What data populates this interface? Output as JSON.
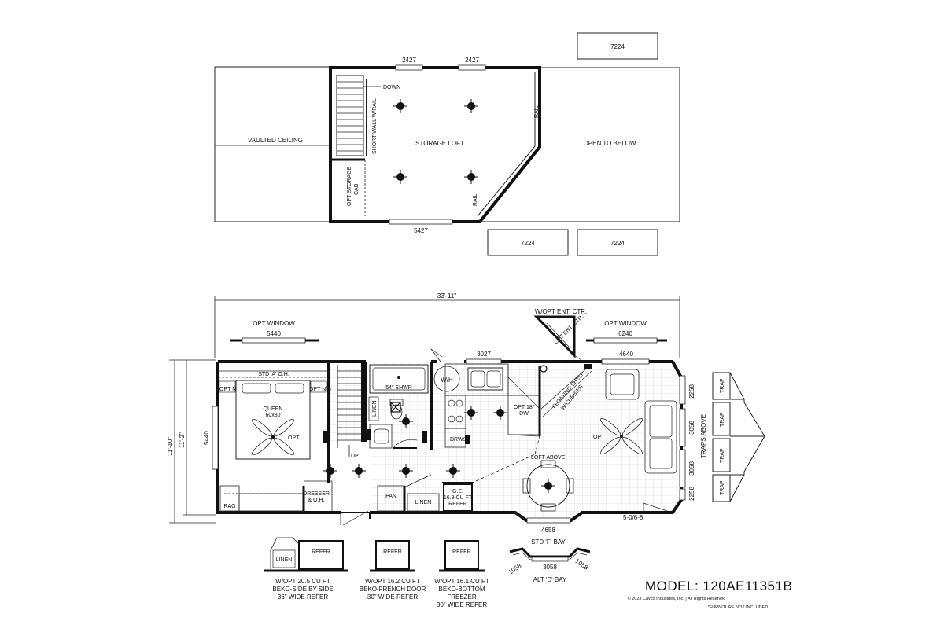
{
  "loft": {
    "labels": {
      "vaulted_ceiling": "VAULTED CEILING",
      "storage_loft": "STORAGE LOFT",
      "open_to_below": "OPEN TO BELOW",
      "down": "DOWN",
      "short_wall": "SHORT WALL W/RAIL",
      "opt_storage_line1": "OPT STORAGE",
      "opt_storage_line2": "CAB",
      "rail": "RAIL"
    },
    "windows": {
      "top_left": "2427",
      "top_right": "2427",
      "bottom": "5427",
      "box_top": "7224",
      "box_bottom_left": "7224",
      "box_bottom_right": "7224"
    }
  },
  "floor": {
    "dims": {
      "overall_length": "33'-11\"",
      "overall_width": "11'-10\"",
      "inner_width": "11'-2\""
    },
    "windows": {
      "opt_window_left_label": "OPT WINDOW",
      "opt_window_left": "5440",
      "opt_window_right_label": "OPT WINDOW",
      "opt_window_right": "6240",
      "left_wall": "5440",
      "kitchen": "3027",
      "living_top": "4640",
      "end_top": "2258",
      "end_mid_top": "3058",
      "end_mid_bottom": "3058",
      "end_bottom": "2258",
      "bay": "4658"
    },
    "labels": {
      "ent_ctr": "W/OPT ENT. CTR.",
      "ent_ctr_inner": "OPT ENT. CTR.",
      "std_oh": "STD 'A' O.H.",
      "opt_ns_left": "OPT N/S",
      "opt_ns_right": "OPT N/S",
      "queen_line1": "QUEEN",
      "queen_line2": "60x80",
      "opt_fan_bed": "OPT",
      "rag": "RAG",
      "dresser_line1": "DRESSER",
      "dresser_line2": "& O.H.",
      "shower": "54\" SHWR",
      "linen_bath": "LINEN",
      "wh": "W/H",
      "up": "UP",
      "drws": "DRWS",
      "pan": "PAN",
      "linen_hall": "LINEN",
      "refer_line1": "G.E.",
      "refer_line2": "16.9 CU FT",
      "refer_line3": "REFER",
      "dw_line1": "OPT 18\"",
      "dw_line2": "DW",
      "shelf_line1": "FLOATING SHELF",
      "shelf_line2": "W/CUBBIES",
      "loft_above": "LOFT ABOVE",
      "opt_fan_living": "OPT",
      "traps_above": "TRAPS ABOVE",
      "door": "5-0/6-8",
      "std_bay": "STD 'F' BAY",
      "trap": "TRAP"
    }
  },
  "alt_refer": [
    {
      "box_label": "REFER",
      "box_label_2": "LINEN",
      "caption": [
        "W/OPT 20.5 CU FT",
        "BEKO-SIDE BY SIDE",
        "36\" WIDE REFER"
      ]
    },
    {
      "box_label": "REFER",
      "caption": [
        "W/OPT 16.2 CU FT",
        "BEKO-FRENCH DOOR",
        "30\" WIDE REFER"
      ]
    },
    {
      "box_label": "REFER",
      "caption": [
        "W/OPT 16.1 CU FT",
        "BEKO-BOTTOM",
        "FREEZER",
        "30\" WIDE REFER"
      ]
    }
  ],
  "alt_bay": {
    "left": "1058",
    "mid": "3058",
    "right": "1058",
    "caption": "ALT 'D' BAY"
  },
  "footer": {
    "model": "MODEL: 120AE11351B",
    "copyright": "© 2023 Cavco Industries, Inc. | All Rights Reserved",
    "furniture": "*FURNITURE NOT INCLUDED"
  }
}
